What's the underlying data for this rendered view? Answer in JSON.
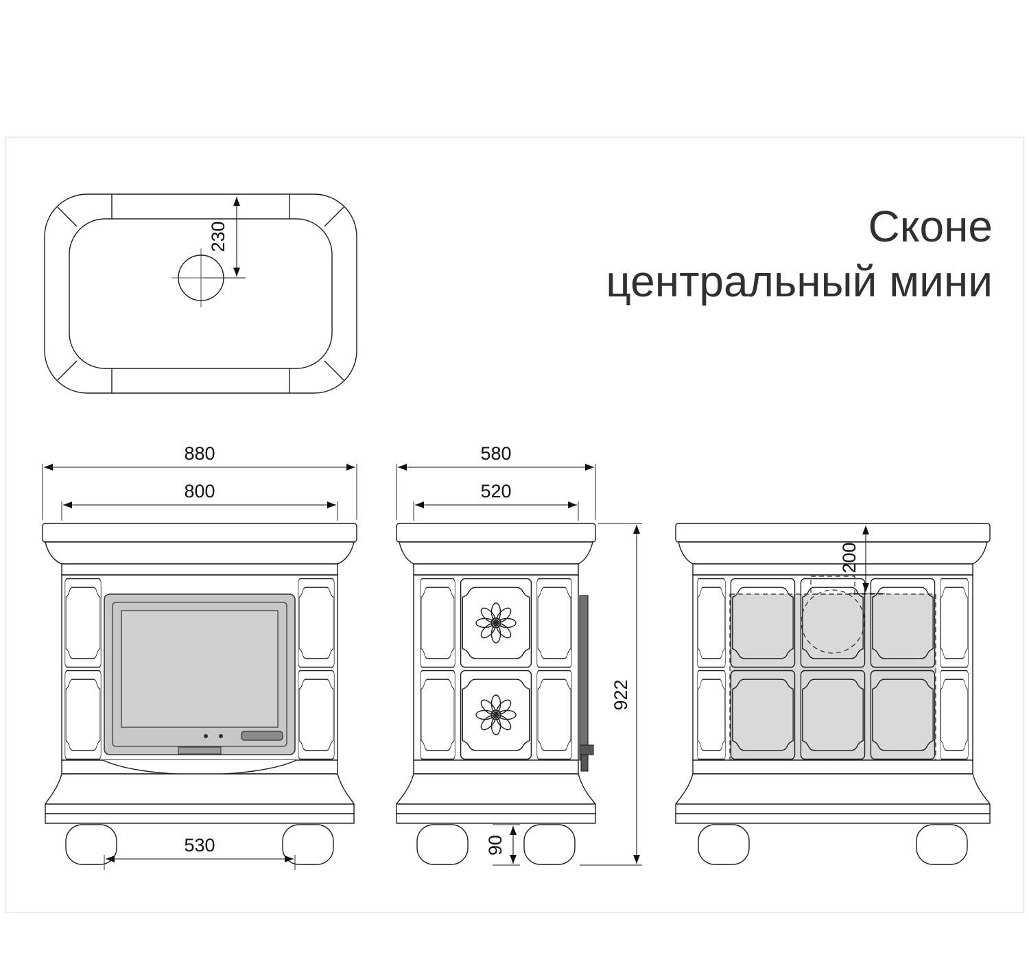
{
  "title": {
    "line1": "Сконе",
    "line2": "центральный мини"
  },
  "dimensions": {
    "plan_flue_offset": "230",
    "front_overall_width": "880",
    "front_body_width": "800",
    "front_firebox_width": "530",
    "side_overall_depth": "580",
    "side_body_depth": "520",
    "overall_height": "922",
    "foot_height": "90",
    "back_flue_offset": "200"
  },
  "colors": {
    "line": "#1c1c1c",
    "insert_frame": "#c7c7c7",
    "insert_glass": "#d0d0d0",
    "shaded_zone": "#d9d9d9"
  }
}
